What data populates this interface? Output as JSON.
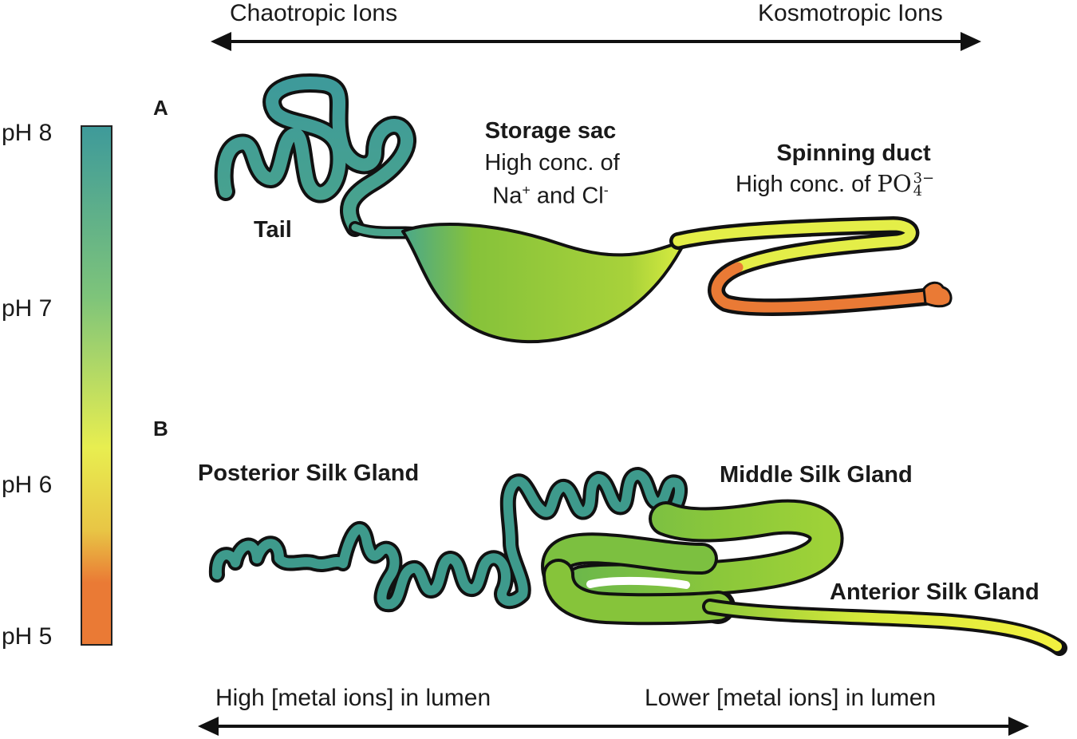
{
  "top_axis": {
    "left_label": "Chaotropic Ions",
    "right_label": "Kosmotropic Ions"
  },
  "bottom_axis": {
    "left_label": "High [metal ions] in lumen",
    "right_label": "Lower [metal ions] in lumen"
  },
  "ph_scale": {
    "labels": [
      "pH 8",
      "pH 7",
      "pH 6",
      "pH 5"
    ],
    "colors": {
      "ph8": "#3e9a9a",
      "ph7": "#7ec47a",
      "ph6": "#e8ee50",
      "ph5": "#ea7a35"
    }
  },
  "panel_a": {
    "letter": "A",
    "tail": "Tail",
    "storage_sac": {
      "title": "Storage sac",
      "line1": "High conc. of",
      "line2_na": "Na",
      "line2_na_sup": "+",
      "line2_and": " and Cl",
      "line2_cl_sup": "-"
    },
    "spinning_duct": {
      "title": "Spinning duct",
      "line_prefix": "High conc. of ",
      "formula_base": "PO",
      "formula_sup": "3−",
      "formula_sub": "4"
    }
  },
  "panel_b": {
    "letter": "B",
    "posterior": "Posterior Silk Gland",
    "middle": "Middle Silk Gland",
    "anterior": "Anterior Silk Gland"
  }
}
